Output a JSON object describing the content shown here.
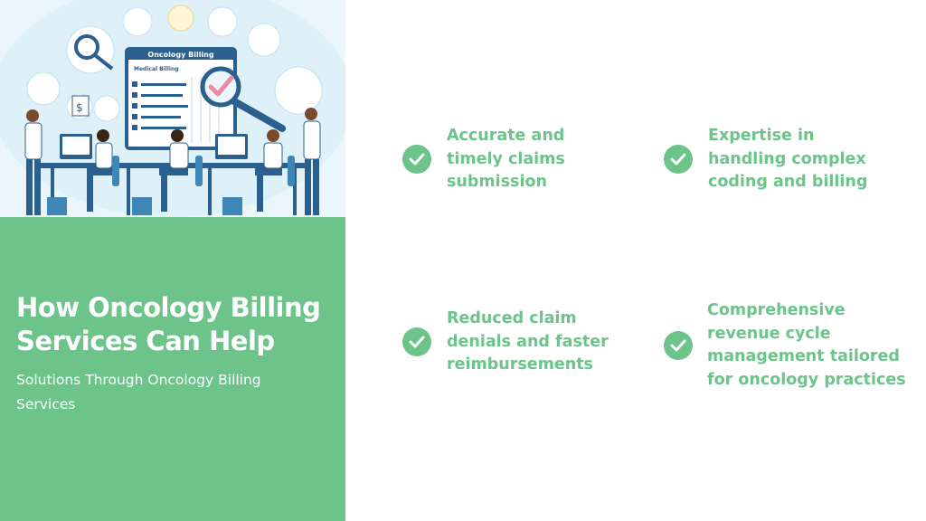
{
  "illustration": {
    "monitor_title": "Oncology Billing",
    "sheet_title": "Medical Billing"
  },
  "hero": {
    "title_line1": "How Oncology Billing",
    "title_line2": "Services Can Help",
    "subtitle_line1": "Solutions Through Oncology Billing",
    "subtitle_line2": "Services"
  },
  "benefits": [
    {
      "icon": "check-circle-icon",
      "lines": [
        "Accurate and",
        "timely claims",
        "submission"
      ]
    },
    {
      "icon": "check-circle-icon",
      "lines": [
        "Expertise in",
        "handling complex",
        "coding and billing"
      ]
    },
    {
      "icon": "check-circle-icon",
      "lines": [
        "Reduced claim",
        "denials and faster",
        "reimbursements"
      ]
    },
    {
      "icon": "check-circle-icon",
      "lines": [
        "Comprehensive",
        "revenue cycle",
        "management tailored",
        "for oncology practices"
      ]
    }
  ],
  "colors": {
    "accent_green": "#6cc48b",
    "illustration_bg": "#eaf6fb",
    "illustration_blue": "#2b5f8e"
  }
}
